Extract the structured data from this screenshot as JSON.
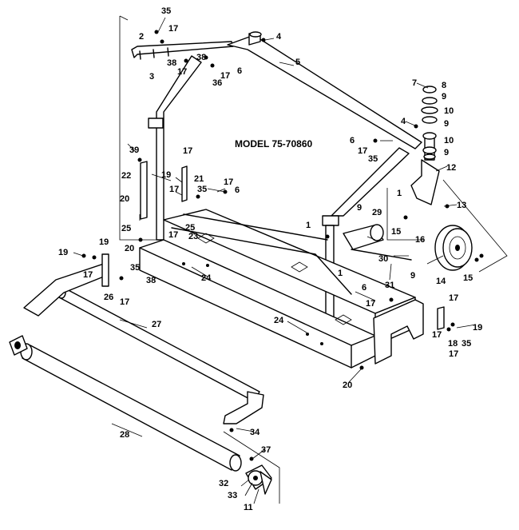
{
  "model_title": "MODEL 75-70860",
  "part_numbers": {
    "p35a": "35",
    "p2": "2",
    "p17a": "17",
    "p4a": "4",
    "p3": "3",
    "p38a": "38",
    "p38b": "38",
    "p17b": "17",
    "p36": "36",
    "p17c": "17",
    "p6a": "6",
    "p5": "5",
    "p7": "7",
    "p8": "8",
    "p9a": "9",
    "p10a": "10",
    "p4b": "4",
    "p9b": "9",
    "p10b": "10",
    "p9c": "9",
    "p6b": "6",
    "p17d": "17",
    "p35b": "35",
    "p12": "12",
    "p39": "39",
    "p17e": "17",
    "p22": "22",
    "p19a": "19",
    "p21": "21",
    "p17f": "17",
    "p6c": "6",
    "p35c": "35",
    "p17g": "17",
    "p1a": "1",
    "p20a": "20",
    "p25a": "25",
    "p25b": "25",
    "p23": "23",
    "p17h": "17",
    "p1b": "1",
    "p9d": "9",
    "p29": "29",
    "p15a": "15",
    "p16": "16",
    "p13": "13",
    "p19b": "19",
    "p20b": "20",
    "p19c": "19",
    "p17i": "17",
    "p35d": "35",
    "p26": "26",
    "p17j": "17",
    "p38c": "38",
    "p24a": "24",
    "p30": "30",
    "p9e": "9",
    "p31": "31",
    "p14": "14",
    "p15b": "15",
    "p1c": "1",
    "p6d": "6",
    "p17k": "17",
    "p27": "27",
    "p24b": "24",
    "p17l": "17",
    "p17m": "17",
    "p18": "18",
    "p35e": "35",
    "p19d": "19",
    "p17n": "17",
    "p20c": "20",
    "p28": "28",
    "p34": "34",
    "p37": "37",
    "p32": "32",
    "p33": "33",
    "p11": "11"
  }
}
